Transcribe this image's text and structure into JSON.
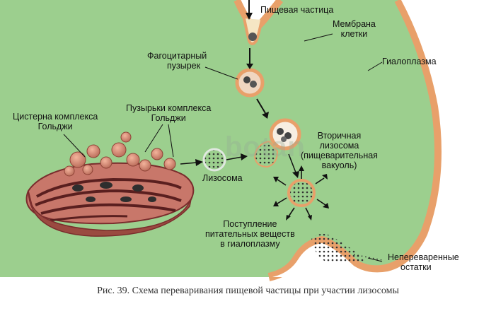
{
  "diagram": {
    "labels": {
      "food_particle": "Пищевая частица",
      "cell_membrane": [
        "Мембрана",
        "клетки"
      ],
      "hyaloplasm": "Гиалоплазма",
      "phagocytic_vesicle": [
        "Фагоцитарный",
        "пузырек"
      ],
      "golgi_cistern": [
        "Цистерна комплекса",
        "Гольджи"
      ],
      "golgi_vesicles": [
        "Пузырьки комплекса",
        "Гольджи"
      ],
      "secondary_lysosome": [
        "Вторичная",
        "лизосома",
        "(пищеварительная",
        "вакуоль)"
      ],
      "lysosome": "Лизосома",
      "nutrient_entry": [
        "Поступление",
        "питательных веществ",
        "в гиалоплазму"
      ],
      "undigested": [
        "Непереваренные",
        "остатки"
      ]
    },
    "watermark": "botan",
    "caption": "Рис. 39. Схема переваривания пищевой частицы при участии лизосомы",
    "colors": {
      "cytoplasm": "#9ccf8e",
      "membrane": "#e8a06a",
      "golgi": "#c8776a",
      "golgi_dark": "#7a2d2d",
      "vesicle": "#d88870",
      "particle": "#555555"
    }
  }
}
